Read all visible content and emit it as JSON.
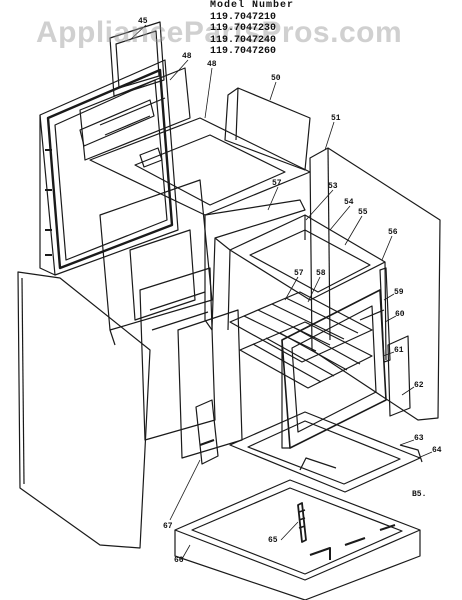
{
  "watermark": "AppliancePartsPros.com",
  "model_header": "Model Number",
  "models": [
    "119.7047210",
    "119.7047230",
    "119.7047240",
    "119.7047260"
  ],
  "callouts": [
    "45",
    "48",
    "48",
    "50",
    "51",
    "57",
    "53",
    "54",
    "55",
    "56",
    "57",
    "58",
    "59",
    "60",
    "61",
    "62",
    "63",
    "64",
    "B5.",
    "65",
    "66",
    "67"
  ],
  "colors": {
    "ink": "#1a1a1a",
    "watermark": "#969696",
    "background": "#ffffff"
  }
}
